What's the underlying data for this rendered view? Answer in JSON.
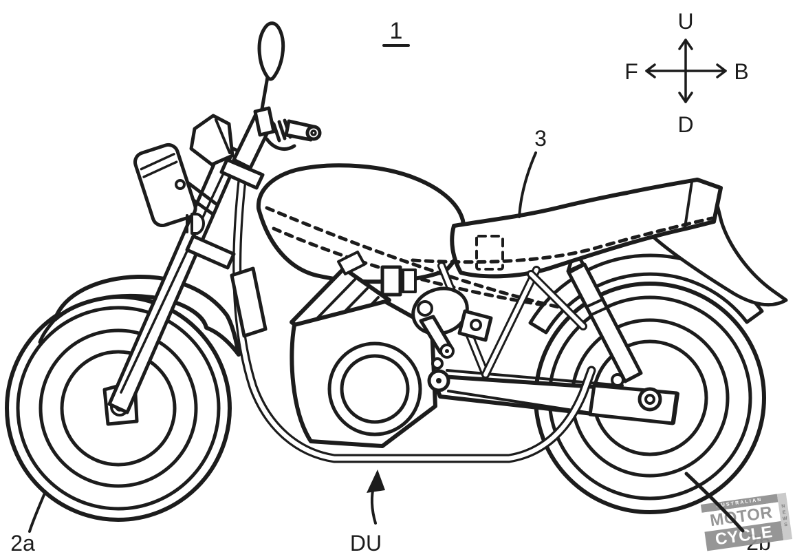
{
  "figure": {
    "ref_main": "1",
    "ref_seat": "3",
    "ref_front_wheel": "2a",
    "ref_rear_wheel": "2b",
    "ref_bottom": "DU"
  },
  "compass": {
    "up": "U",
    "down": "D",
    "front": "F",
    "back": "B"
  },
  "watermark": {
    "top": "AUSTRALIAN",
    "middle": "MOTOR",
    "bottom": "CYCLE",
    "side": "NEWS"
  },
  "colors": {
    "line": "#1c1c1c",
    "watermark_grey": "#8f8f8f",
    "watermark_light": "#c6c6c6"
  }
}
